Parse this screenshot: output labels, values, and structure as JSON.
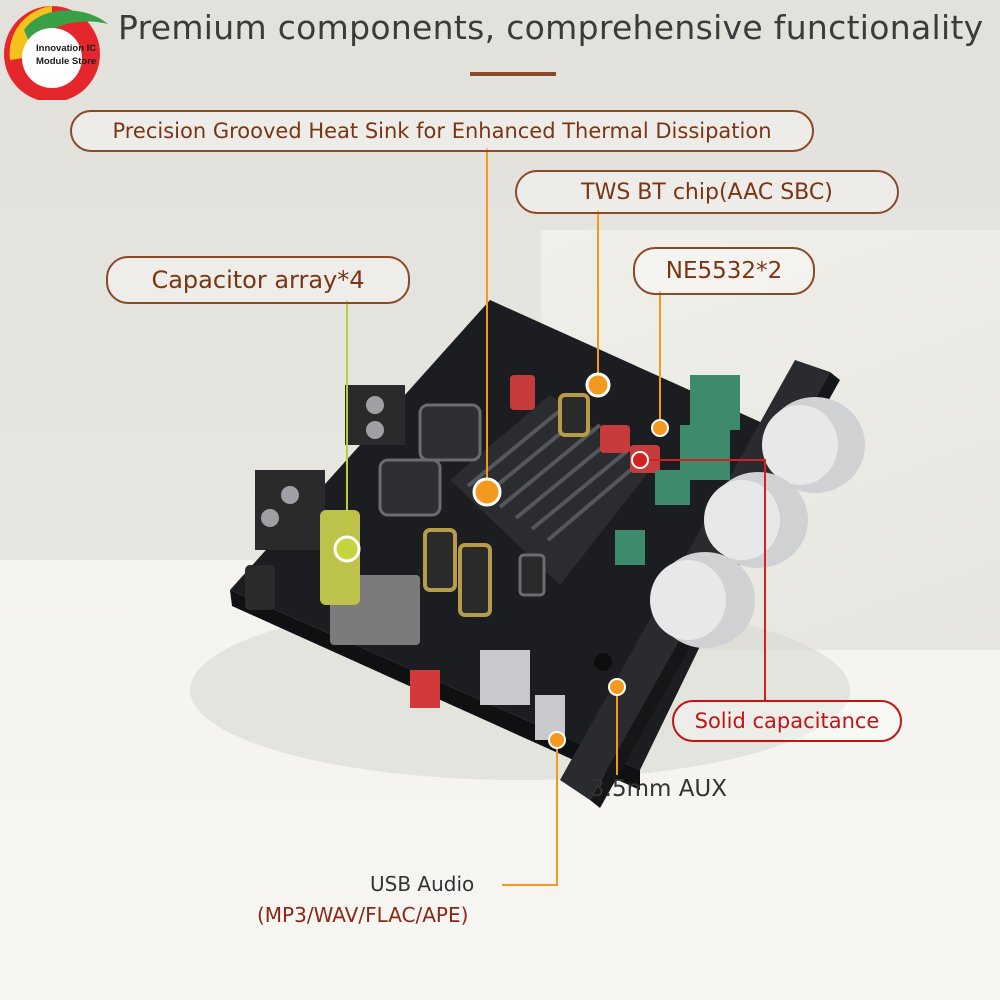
{
  "brand": {
    "name_line1": "Innovation IC",
    "name_line2": "Module Store"
  },
  "title": "Premium components, comprehensive functionality",
  "labels": {
    "heat_sink": "Precision Grooved Heat Sink for Enhanced Thermal Dissipation",
    "tws_chip": "TWS BT chip(AAC SBC)",
    "ne5532": "NE5532*2",
    "capacitor_array": "Capacitor array*4",
    "solid_capacitance": "Solid capacitance",
    "aux": "3.5mm AUX",
    "usb_audio": "USB Audio",
    "usb_formats": "(MP3/WAV/FLAC/APE)"
  },
  "colors": {
    "accent_brown": "#8a4a27",
    "callout_orange": "#f39a1e",
    "callout_green": "#b9cc3a",
    "callout_red": "#d42020",
    "board_black": "#1c1d20"
  }
}
